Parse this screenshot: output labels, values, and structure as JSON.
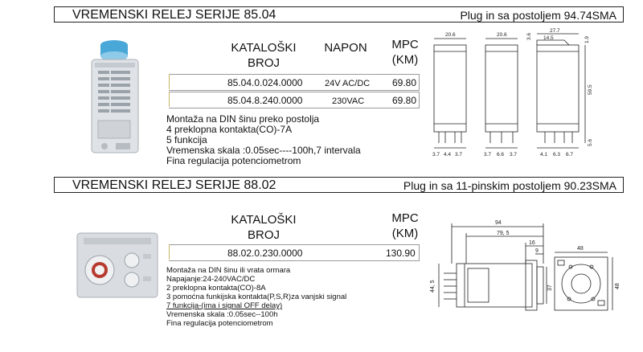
{
  "section1": {
    "title": "VREMENSKI RELEJ SERIJE 85.04",
    "plug": "Plug in sa postoljem 94.74SMA",
    "col_katalog": "KATALOŠKI\nBROJ",
    "col_napon": "NAPON",
    "col_mpc": "MPC\n(KM)",
    "rows": [
      {
        "catalog": "85.04.0.024.0000",
        "voltage": "24V AC/DC",
        "price": "69.80"
      },
      {
        "catalog": "85.04.8.240.0000",
        "voltage": "230VAC",
        "price": "69.80"
      }
    ],
    "description": [
      "Montaža na DIN šinu preko postolja",
      "4 preklopna  kontakta(CO)-7A",
      "5 funkcija",
      "Vremenska skala :0.05sec----100h,7 intervala",
      "Fina regulacija potenciometrom"
    ],
    "dims": {
      "w1": "20.6",
      "w2": "20.6",
      "w3": "27.7",
      "w4": "14.5",
      "s1": "3.6",
      "s2": "1.9",
      "h": "59.5",
      "p": "5.6",
      "b1": [
        "3.7",
        "4.4",
        "3.7"
      ],
      "b2": [
        "3.7",
        "6.6",
        "3.7"
      ],
      "b3": [
        "4.1",
        "6.3",
        "6.7"
      ]
    }
  },
  "section2": {
    "title": "VREMENSKI RELEJ SERIJE 88.02",
    "plug": "Plug in sa 11-pinskim postoljem 90.23SMA",
    "col_katalog": "KATALOŠKI\nBROJ",
    "col_mpc": "MPC\n(KM)",
    "rows": [
      {
        "catalog": "88.02.0.230.0000",
        "price": "130.90"
      }
    ],
    "description": [
      "Montaža na DIN šinu ili vrata ormara",
      "Napajanje:24-240VAC/DC",
      "2 preklopna  kontakta(CO)-8A",
      "3 pomoćna funkijska kontakta(P,S,R)za vanjski signal",
      "7 funkcija-(ima i signal OFF delay)",
      "Vremenska skala  :0.05sec--100h",
      "Fina regulacija potenciometrom"
    ],
    "dims": {
      "d94": "94",
      "d795": "79, 5",
      "d16": "16",
      "d9": "9",
      "d445": "44, 5",
      "d37": "37",
      "d48a": "48",
      "d48b": "48"
    }
  },
  "colors": {
    "accent": "#c9b560",
    "line": "#222222"
  }
}
